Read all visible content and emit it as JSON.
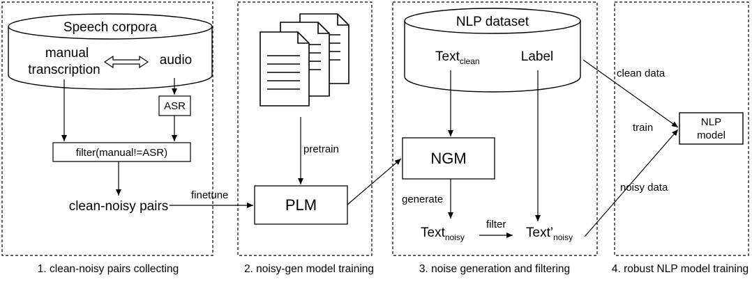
{
  "stage1": {
    "caption": "1. clean-noisy pairs collecting",
    "corpus_title": "Speech corpora",
    "manual_line1": "manual",
    "manual_line2": "transcription",
    "audio": "audio",
    "asr": "ASR",
    "filter": "filter(manual!=ASR)",
    "pairs": "clean-noisy pairs"
  },
  "stage2": {
    "caption": "2. noisy-gen model training",
    "pretrain": "pretrain",
    "finetune": "finetune",
    "plm": "PLM"
  },
  "stage3": {
    "caption": "3. noise generation and filtering",
    "dataset_title": "NLP dataset",
    "text_clean_main": "Text",
    "text_clean_sub": "clean",
    "label": "Label",
    "ngm": "NGM",
    "generate": "generate",
    "text_noisy_main": "Text",
    "text_noisy_sub": "noisy",
    "filter": "filter",
    "text_noisy2_main": "Text’",
    "text_noisy2_sub": "noisy"
  },
  "stage4": {
    "caption": "4. robust NLP model training",
    "clean_data": "clean data",
    "train": "train",
    "noisy_data": "noisy data",
    "model_line1": "NLP",
    "model_line2": "model"
  }
}
